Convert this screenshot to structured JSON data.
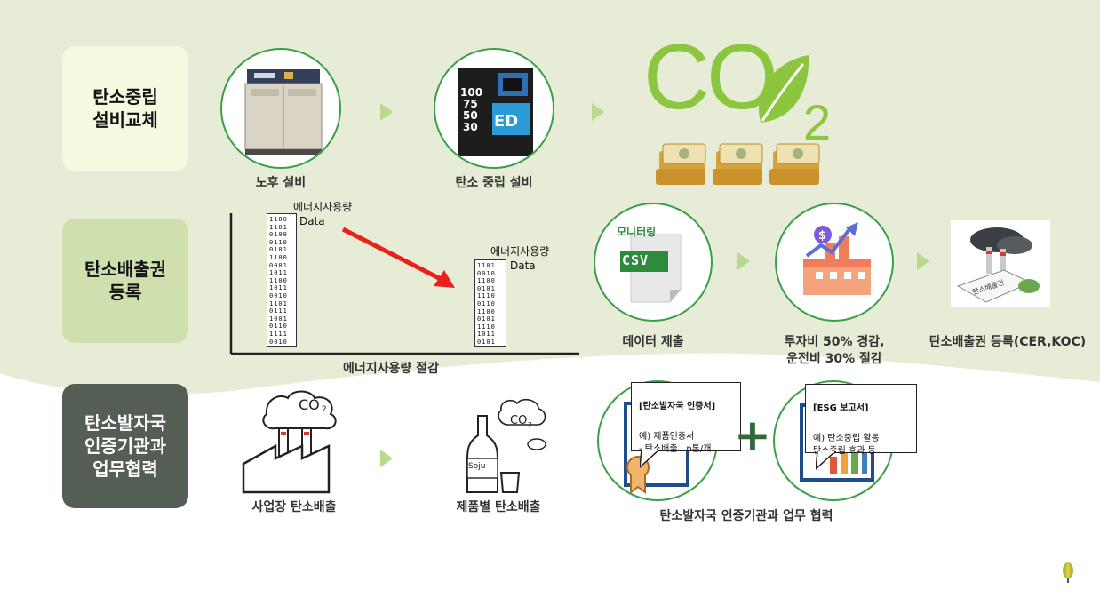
{
  "rows": [
    {
      "label": "탄소중립\n설비교체"
    },
    {
      "label": "탄소배출권\n등록"
    },
    {
      "label": "탄소발자국\n인증기관과\n업무협력"
    }
  ],
  "row1": {
    "old_equipment": "노후 설비",
    "neutral_equipment": "탄소 중립 설비",
    "machine_numbers": [
      "100",
      "75",
      "50",
      "30"
    ],
    "machine_badge": "ED",
    "co2_word": "CO",
    "co2_sub": "2"
  },
  "row2": {
    "energy_data_label_1": "에너지사용량",
    "energy_data_label_2": "Data",
    "energy_data_small_1": "에너지사용량",
    "energy_data_small_2": "Data",
    "energy_reduction": "에너지사용량 절감",
    "monitoring": "모니터링",
    "csv": "CSV",
    "submit_data": "데이터 제출",
    "cost_saving": "투자비 50% 경감,\n운전비 30% 절감",
    "credit_registration": "탄소배출권 등록(CER,KOC)",
    "doc_label": "탄소배출권"
  },
  "row3": {
    "site_emission": "사업장 탄소배출",
    "product_emission": "제품별 탄소배출",
    "co2_word": "CO",
    "co2_sub": "2",
    "soju": "Soju",
    "cert_title": "[탄소발자국 인증서]",
    "cert_body": "예) 제품인증서\n- 탄소배출 : n톤/개",
    "esg_title": "[ESG 보고서]",
    "esg_body": "예) 탄소중립 활동\n     탄소중립 효과 등",
    "plus": "+",
    "cooperation": "탄소발자국 인증기관과 업무 협력"
  },
  "colors": {
    "label_row1": "#f4f9e0",
    "label_row2": "#cfe0ae",
    "label_row3": "#545e55",
    "bg_green": "#e6ecd6",
    "accent_green": "#3aa047",
    "arrow_green": "#b9d98d",
    "co2_green": "#8cc63f",
    "red_arrow": "#e8211d"
  }
}
